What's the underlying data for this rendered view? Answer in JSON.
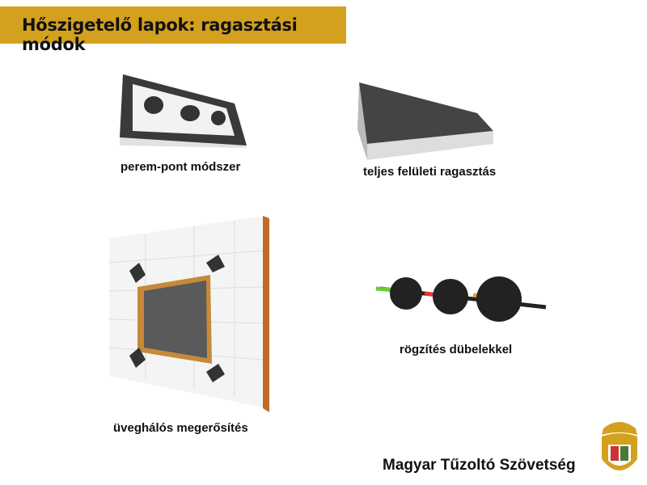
{
  "title": "Hőszigetelő lapok: ragasztási módok",
  "captions": {
    "perem": "perem-pont módszer",
    "teljes": "teljes felületi ragasztás",
    "uvegha": "üveghálós megerősítés",
    "dubel": "rögzítés dübelekkel"
  },
  "footer": {
    "organization": "Magyar Tűzoltó Szövetség"
  },
  "colors": {
    "title_bar": "#d4a11e"
  }
}
